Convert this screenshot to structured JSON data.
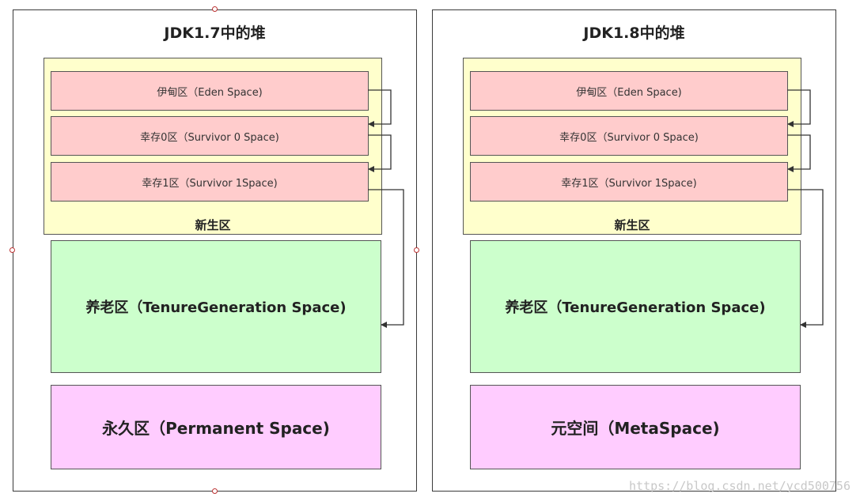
{
  "left": {
    "title": "JDK1.7中的堆",
    "eden": "伊甸区（Eden Space)",
    "survivor0": "幸存0区（Survivor 0 Space)",
    "survivor1": "幸存1区（Survivor 1Space)",
    "young_label": "新生区",
    "old": "养老区（TenureGeneration Space)",
    "perm": "永久区（Permanent Space)"
  },
  "right": {
    "title": "JDK1.8中的堆",
    "eden": "伊甸区（Eden Space)",
    "survivor0": "幸存0区（Survivor 0 Space)",
    "survivor1": "幸存1区（Survivor 1Space)",
    "young_label": "新生区",
    "old": "养老区（TenureGeneration Space)",
    "perm": "元空间（MetaSpace)"
  },
  "watermark": "https://blog.csdn.net/ycd500756",
  "colors": {
    "young": "#ffffcc",
    "sub": "#ffcccc",
    "old": "#ccffcc",
    "perm": "#ffccff"
  }
}
